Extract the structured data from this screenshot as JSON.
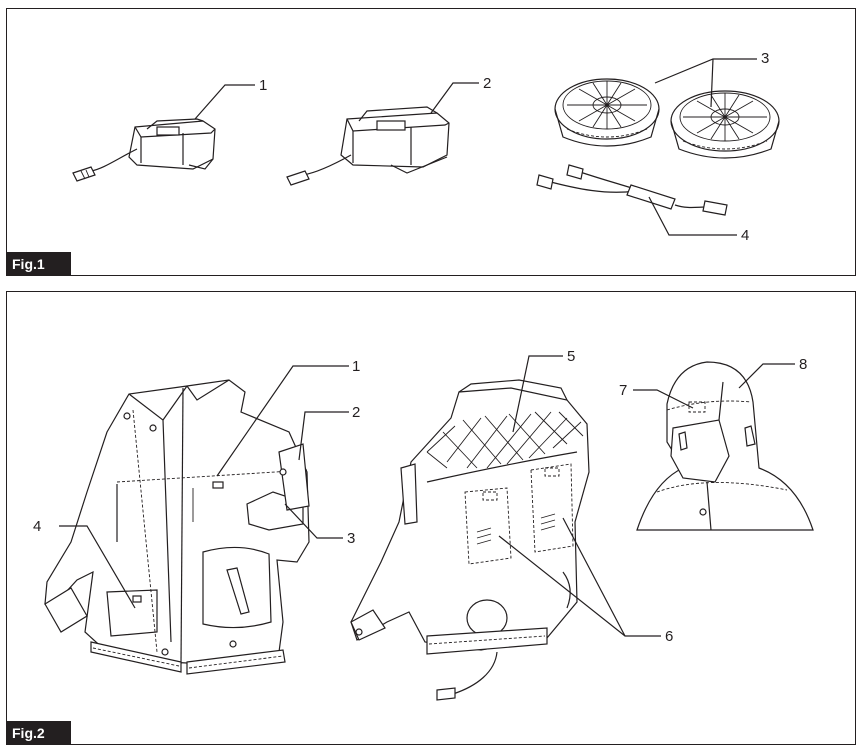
{
  "figures": [
    {
      "tag": "Fig.1",
      "callouts": {
        "c1": "1",
        "c2": "2",
        "c3": "3",
        "c4": "4"
      }
    },
    {
      "tag": "Fig.2",
      "callouts": {
        "c1": "1",
        "c2": "2",
        "c3": "3",
        "c4": "4",
        "c5": "5",
        "c6": "6",
        "c7": "7",
        "c8": "8"
      }
    }
  ]
}
